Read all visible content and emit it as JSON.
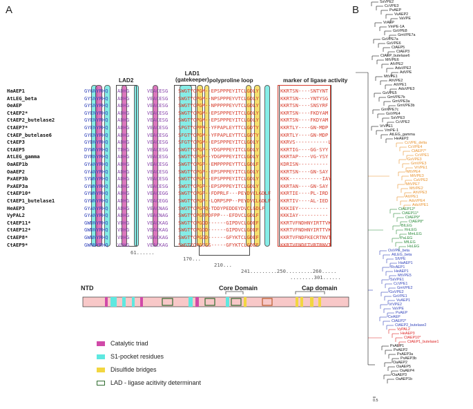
{
  "panels": {
    "a": "A",
    "b": "B"
  },
  "headers": {
    "lad2": "LAD2",
    "lad1": "LAD1\n(gatekeeper)",
    "polyproline": "polyproline loop",
    "ligase_marker": "marker of ligase activity"
  },
  "alignment": {
    "rows": [
      {
        "name": "HaAEP1",
        "s1": "GYGNYRHQ",
        "s2": "ADHG",
        "s3": "VEACESG",
        "s4": "SWGTYCPGM--EPSPPPEYITCLGDLY",
        "s5": "KKRTSN----SNTYNT",
        "name_color": "#111"
      },
      {
        "name": "AtLEG_beta",
        "s1": "GYSNYRHQ",
        "s2": "ADHG",
        "s3": "VEACESG",
        "s4": "SWGTYCPGM--NPSPPPEYVTCLGDLY",
        "s5": "KKRTSN----YNTYSG",
        "name_color": "#111"
      },
      {
        "name": "OeAEP",
        "s1": "GYSNYRHQ",
        "s2": "ADHG",
        "s3": "VEACESG",
        "s4": "SWGTYCPGM--NPPPPPEYVTCLGDLY",
        "s5": "KKRTSN----SNSYRF",
        "name_color": "#111"
      },
      {
        "name": "CtAEP2*",
        "s1": "GYENYRHQ",
        "s2": "ADHG",
        "s3": "VEACESG",
        "s4": "SWGTYCPGM--EPSPPPEYITCLGDLY",
        "s5": "KKRTSN----FKDYAM",
        "name_color": "#111"
      },
      {
        "name": "CtAEP2_butelase2",
        "s1": "GYENYRHQ",
        "s2": "ADHG",
        "s3": "VEACESG",
        "s4": "SWGTYCPGM--EPSPPPEYITCLGDLY",
        "s5": "KKRTSN----FKDYAM",
        "name_color": "#111"
      },
      {
        "name": "CtAEP7*",
        "s1": "GYENYRHQ",
        "s2": "ADHG",
        "s3": "VEACESG",
        "s4": "SPGTYCPPR--YFPAPLEYTTCLGDTY",
        "s5": "KKRTLY----GN-MDP",
        "name_color": "#111"
      },
      {
        "name": "CtAEP_butelase6",
        "s1": "GYENYRHQ",
        "s2": "ADHG",
        "s3": "VEACESG",
        "s4": "SFGTYCPGM--YFPAPLEYTTCLGDTY",
        "s5": "KKRTLY----GN-MDP",
        "name_color": "#111"
      },
      {
        "name": "CtAEP3",
        "s1": "GYDNYRHQ",
        "s2": "ADHG",
        "s3": "VEACESG",
        "s4": "SFGTYCPGM--EPSPPPEYITCLGDLY",
        "s5": "KKRVS-----------L",
        "name_color": "#111"
      },
      {
        "name": "CtAEP5",
        "s1": "DYWNYRHQ",
        "s2": "TDHG",
        "s3": "VEACESG",
        "s4": "SWGTYCPGP--YDGPPPEYITCLGDLY",
        "s5": "KKRTIG----GG-SYY",
        "name_color": "#111"
      },
      {
        "name": "AtLEG_gamma",
        "s1": "DYRNYRHQ",
        "s2": "ADHG",
        "s3": "VEACESG",
        "s4": "SWGTYCPGP--YDGPPPEYITCLGDLY",
        "s5": "KKRTAP----VG-YSY",
        "name_color": "#111"
      },
      {
        "name": "OaAEP1b",
        "s1": "GYANYRHQ",
        "s2": "ADHG",
        "s3": "VEACESG",
        "s4": "SWGTYCPGP--EMPPPPEYTTCLGDLF",
        "s5": "KDRISN----------",
        "name_color": "#111"
      },
      {
        "name": "OaAEP2",
        "s1": "GYANYRHQ",
        "s2": "ADHG",
        "s3": "VEACESG",
        "s4": "SWGTYCPGP--EPSPPPEYITCLGDLY",
        "s5": "KKRTSN----GN-SAY",
        "name_color": "#111"
      },
      {
        "name": "PxAEP3b",
        "s1": "SYWNYRHQ",
        "s2": "ADHG",
        "s3": "VEACESG",
        "s4": "SWGTYCPGP--EPSPPPEYITCLGDLY",
        "s5": "KKK-----------IAY",
        "name_color": "#111"
      },
      {
        "name": "PxAEP3a",
        "s1": "GYWNYRHQ",
        "s2": "ADHG",
        "s3": "VEACESG",
        "s4": "SWGTYCPGP--EPSPPPEYITCLGDLY",
        "s5": "KKRTAN----GN-SAY",
        "name_color": "#111"
      },
      {
        "name": "CtAEP10*",
        "s1": "GYWNYRHQ",
        "s2": "ADHG",
        "s3": "VEACEGG",
        "s4": "SWGTYCPGP--FDPRLF---PEYDVCLGDLF",
        "s5": "KKRTIE----PL-IRD",
        "name_color": "#111"
      },
      {
        "name": "CtAEP1_butelase1",
        "s1": "GYWNYRHQ",
        "s2": "ADHG",
        "s3": "VEACEGG",
        "s4": "SWGTYCPGP--LQRPSPP--PEYDVCLGDLF",
        "s5": "KKRTIV----AL-IED",
        "name_color": "#111"
      },
      {
        "name": "HeAEP3",
        "s1": "GYANYRHQ",
        "s2": "ADHG",
        "s3": "VEACNAG",
        "s4": "SWGTYCPGPQ-TDDYPEDDEYDVCLGDLF",
        "s5": "KKKIEY----------",
        "name_color": "#111"
      },
      {
        "name": "VyPAL2",
        "s1": "GYANYRHQ",
        "s2": "ADHG",
        "s3": "VEACNAG",
        "s4": "SWGTYCPGTPDFPP---EFDVCLGDLF",
        "s5": "KKKIAY----------",
        "name_color": "#111"
      },
      {
        "name": "CtAEP11*",
        "s1": "GWDNYRHQ",
        "s2": "VDHG",
        "s3": "VEACKAG",
        "s4": "SWGTYCPGGD------GIPDVCLGDEF",
        "s5": "KKRTVFNDHNYIRTTVK",
        "name_color": "#111"
      },
      {
        "name": "CtAEP12*",
        "s1": "GWDNYRHQ",
        "s2": "VDHG",
        "s3": "VEACKAG",
        "s4": "SWGTYCPGGD------GIPDVCLGDEF",
        "s5": "KKRTVFNDHNYIRTTVK",
        "name_color": "#111"
      },
      {
        "name": "CtAEP8*",
        "s1": "GWNNYRHQ",
        "s2": "VDHG",
        "s3": "VEACKAG",
        "s4": "SWGTYCPGGD------GFYKTCLGDEF",
        "s5": "KKRTVFNDFKECRTNVT",
        "name_color": "#111"
      },
      {
        "name": "CtAEP9*",
        "s1": "GWNNYRHQ",
        "s2": "VDHG",
        "s3": "VEACKAG",
        "s4": "SWGTYCPGSSS-----GFYKTCLGDEF",
        "s5": "KKRTVFNDFTVRTRNVT",
        "name_color": "#111"
      }
    ],
    "numbers": {
      "n1": "61......",
      "n2": "170...",
      "n3": "210...",
      "n4": "241.........250.........260.....",
      "n5": "........301......"
    }
  },
  "domains": {
    "ntd": "NTD",
    "core": "Core Domain",
    "cap": "Cap domain"
  },
  "legend": [
    {
      "label": "Catalytic triad",
      "color": "#d04aa8",
      "type": "fill"
    },
    {
      "label": "S1-pocket residues",
      "color": "#5ee8e0",
      "type": "fill"
    },
    {
      "label": "Disulfide bridges",
      "color": "#f2d640",
      "type": "fill"
    },
    {
      "label": "LAD - ligase acitivity determinant",
      "color": "#2e6b2e",
      "type": "outline"
    }
  ],
  "tree": {
    "scale": "0.5",
    "groups": {
      "black_top": [
        "SsVPE2",
        "CcVPE3",
        "PvAEP",
        "VuAEP2",
        "VaVPE",
        "VrAEP",
        "VmPE-1A",
        "GsVPE8",
        "GmVPE7a",
        "GsVPE7a",
        "GsVPE6",
        "CtAEP5",
        "CtAEP3",
        "CtAEP_butelase6",
        "MtVPE6",
        "AtVPE2",
        "AduVPE2",
        "AdVPE",
        "MtVPE1",
        "AhVPE2",
        "AiVPE1",
        "AduVPE3",
        "GsVPE5",
        "GmVPE7b",
        "GmVPE3a",
        "GmVPE3b",
        "GmVPE7c",
        "GsVPE4",
        "SsVPE3",
        "CcVPE2",
        "VrVPE1",
        "VmPE-1",
        "AtLEG_gamma",
        "HeAEP2"
      ],
      "orange": [
        "CcVPE_delta",
        "CcVPE4",
        "CtAEP7*",
        "CcVPE1",
        "GsVPE3",
        "GmVPE3",
        "VrVPE1",
        "MtVPE4",
        "MtVPE3",
        "CaVPE2",
        "MtVPE7",
        "MtVPE2",
        "AhVPE3",
        "AiVPE1",
        "AduVPE4",
        "AduVPE1"
      ],
      "green": [
        "CtAEP12*",
        "CtAEP11*",
        "CtAEP9*",
        "CtAEP8*",
        "BILEG",
        "RnLEG",
        "MmLEG",
        "PaLEG",
        "MfLEG",
        "HsLEG"
      ],
      "blue": [
        "OsVPE_beta",
        "AtLEG_beta",
        "SlVPE",
        "HaAEP1",
        "RcAEP1",
        "HeAEP1",
        "MtVPE5",
        "SsVPE1",
        "CcVPE1",
        "GmVPE2",
        "GsVPE2",
        "GsVPE1",
        "VuAEP1",
        "VrVPE2",
        "VaVPE",
        "PvAEP",
        "CeAEP",
        "CtAEP2*",
        "CtAEP2_butelase2"
      ],
      "red": [
        "VyPAL2",
        "HeAEP3",
        "CtAEP10*",
        "CtAEP1_butelase1"
      ],
      "black_bottom": [
        "PxAEP1",
        "PxAEP2",
        "PxAEP3a",
        "PxAEP3b",
        "OaAEP2",
        "OaAEP5",
        "OaAEP4",
        "OaAEP3",
        "OaAEP1b"
      ]
    }
  }
}
